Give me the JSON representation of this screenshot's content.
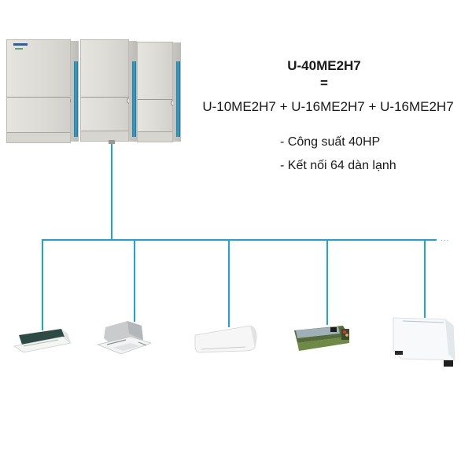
{
  "diagram": {
    "title": "U-40ME2H7",
    "equals": "=",
    "combination": "U-10ME2H7 + U-16ME2H7 + U-16ME2H7",
    "specs": [
      "- Công suất 40HP",
      "- Kết nối 64 dàn lạnh"
    ],
    "continuation": "...",
    "line_color": "#1aa3dc",
    "outdoor_units": [
      {
        "model": "U-10ME2H7",
        "brand": "Panasonic"
      },
      {
        "model": "U-16ME2H7"
      },
      {
        "model": "U-16ME2H7"
      }
    ],
    "indoor_units": [
      {
        "type": "1-way-cassette"
      },
      {
        "type": "4-way-cassette"
      },
      {
        "type": "wall-mounted"
      },
      {
        "type": "ducted"
      },
      {
        "type": "floor-standing"
      }
    ]
  }
}
